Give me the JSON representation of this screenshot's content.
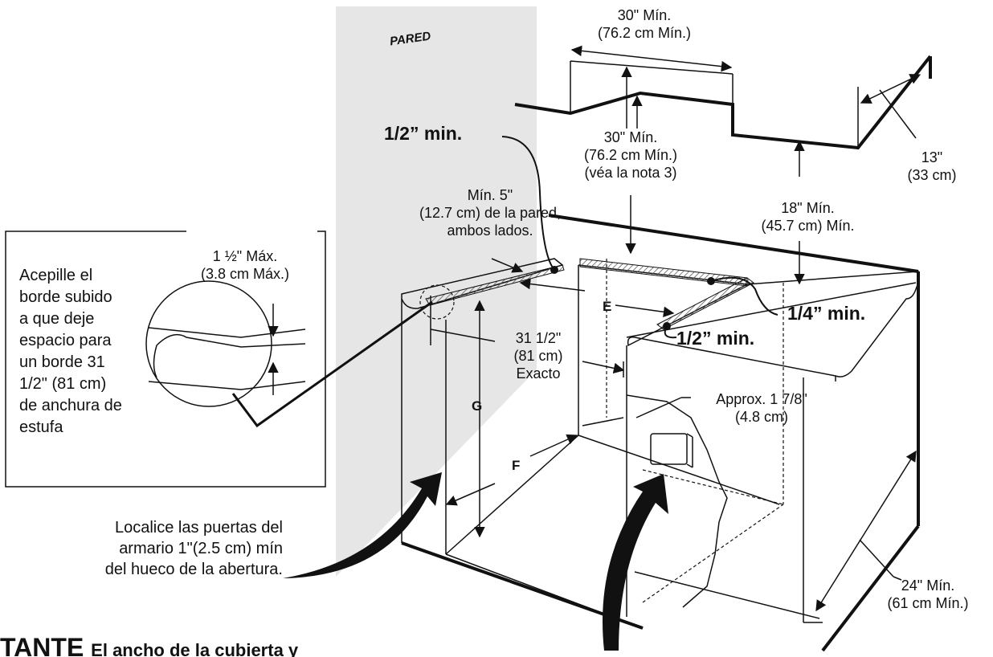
{
  "wall_label": "PARED",
  "upper_cabinet_width": {
    "line1": "30\" Mín.",
    "line2": "(76.2 cm Mín.)"
  },
  "upper_cabinet_depth": {
    "line1": "13\"",
    "line2": "(33 cm)"
  },
  "clearance_above": {
    "line1": "30\" Mín.",
    "line2": "(76.2 cm Mín.)",
    "line3": "(véa la nota 3)"
  },
  "side_wall_clearance": {
    "line1": "Mín. 5\"",
    "line2": "(12.7 cm) de la pared,",
    "line3": "ambos lados."
  },
  "upper_to_counter": {
    "line1": "18\" Mín.",
    "line2": "(45.7 cm) Mín."
  },
  "half_inch_top": "1/2” min.",
  "half_inch_right": "1/2” min.",
  "quarter_inch": "1/4” min.",
  "inset_max": {
    "line1": "1 ½\" Máx.",
    "line2": "(3.8 cm Máx.)"
  },
  "inset_note": [
    "Acepille el",
    "borde subido",
    "a que deje",
    "espacio para",
    "un borde 31",
    "1/2\" (81 cm)",
    "de anchura de",
    "estufa"
  ],
  "opening_width": {
    "line1": "31 1/2\"",
    "line2": "(81 cm)",
    "line3": "Exacto"
  },
  "approx_offset": {
    "line1": "Approx. 1 7/8\"",
    "line2": "(4.8 cm)"
  },
  "dimension_letters": {
    "e": "E",
    "f": "F",
    "g": "G"
  },
  "counter_depth": {
    "line1": "24\" Mín.",
    "line2": "(61 cm Mín.)"
  },
  "door_note": [
    "Localice las puertas del",
    "armario 1\"(2.5 cm) mín",
    "del hueco de la abertura."
  ],
  "important_heading": "TANTE",
  "important_text": "El ancho de la cubierta y",
  "colors": {
    "wall": "#e6e6e6",
    "line": "#111111",
    "hatch": "#666666"
  }
}
